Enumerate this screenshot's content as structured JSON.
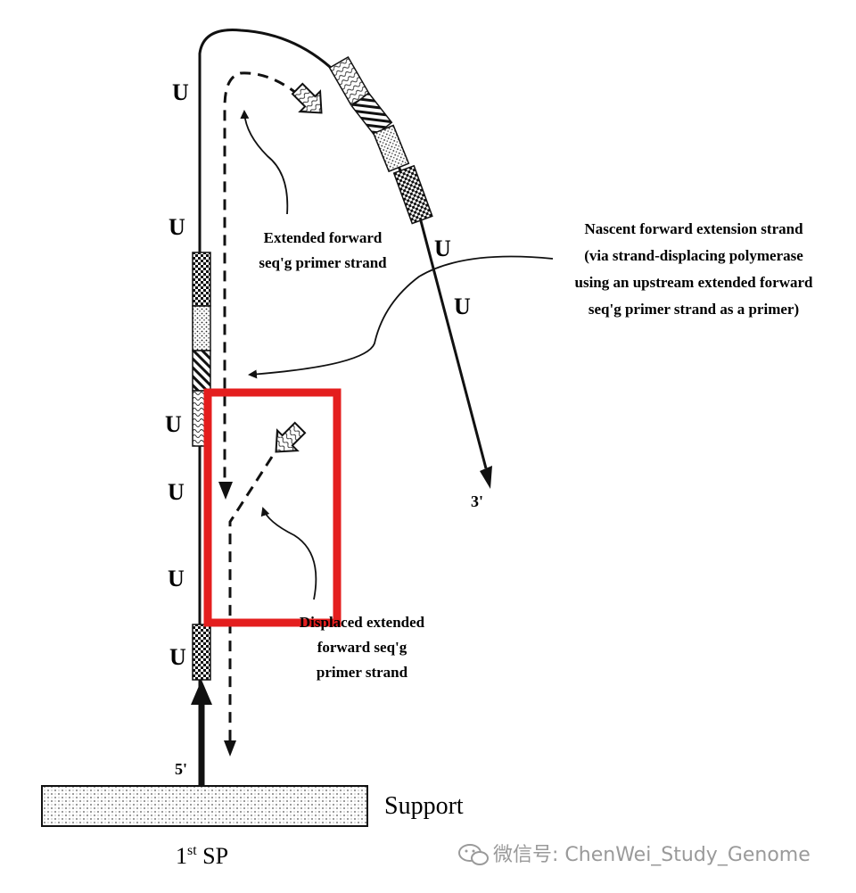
{
  "labels": {
    "extended_forward_line1": "Extended forward",
    "extended_forward_line2": "seq'g primer strand",
    "nascent_line1": "Nascent forward extension strand",
    "nascent_line2": "(via strand-displacing polymerase",
    "nascent_line3": "using an upstream extended forward",
    "nascent_line4": "seq'g primer strand as a primer)",
    "displaced_line1": "Displaced extended",
    "displaced_line2": "forward seq'g",
    "displaced_line3": "primer strand",
    "three_prime": "3'",
    "five_prime": "5'",
    "support": "Support",
    "first_sp_main": "1",
    "first_sp_sup": "st",
    "first_sp_tail": " SP",
    "u_marker": "U"
  },
  "watermark": "微信号: ChenWei_Study_Genome",
  "colors": {
    "highlight_box": "#e41e1e",
    "ink": "#111111"
  }
}
